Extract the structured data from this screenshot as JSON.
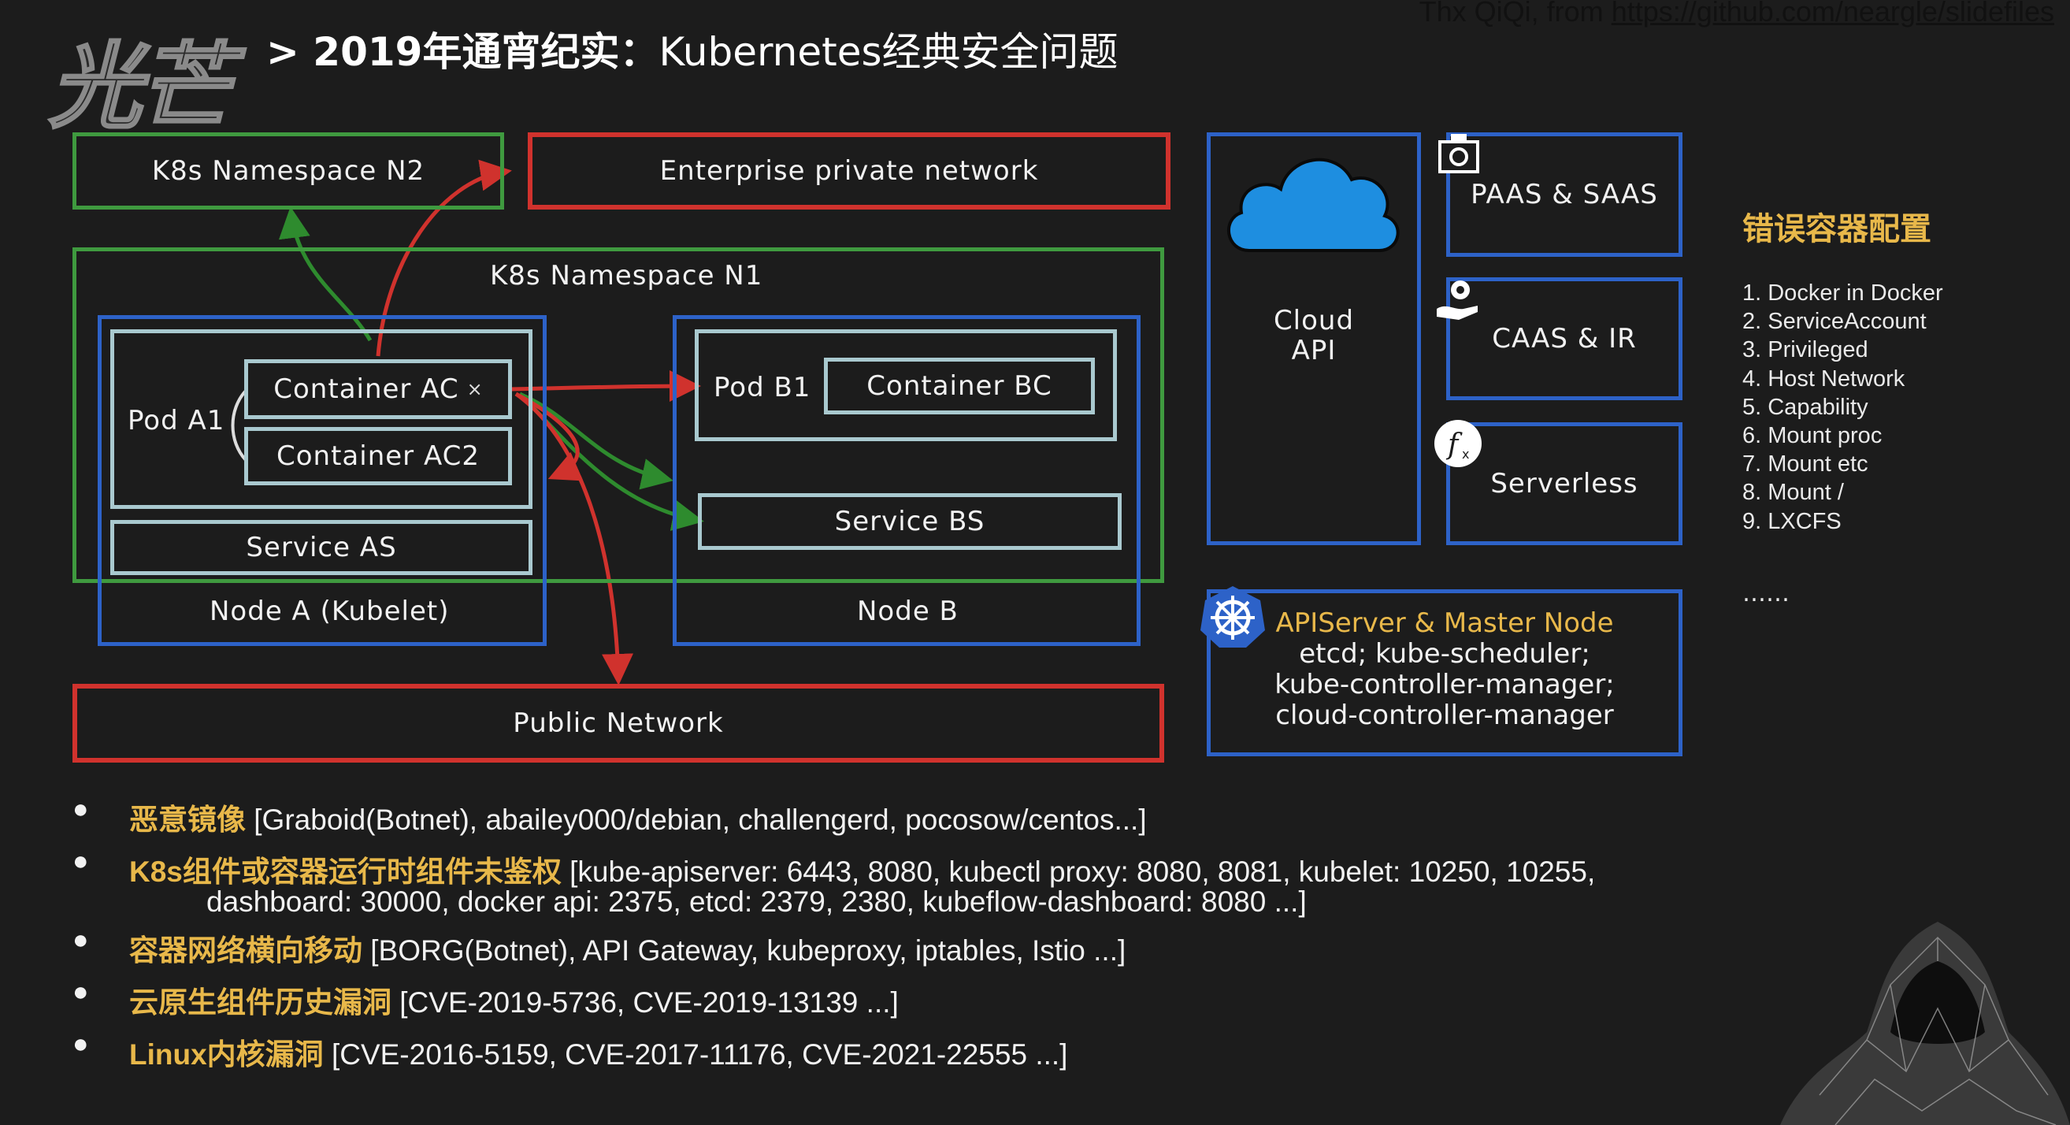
{
  "header": {
    "logo_text": "光芒",
    "title_prefix": "> 2019年通宵纪实：",
    "title_main": "Kubernetes经典安全问题",
    "credit_prefix": "Thx QiQi, from ",
    "credit_link": "https://github.com/neargle/slidefiles"
  },
  "diagram": {
    "ns_n2": "K8s Namespace N2",
    "enterprise": "Enterprise private network",
    "ns_n1": "K8s Namespace N1",
    "pod_a1": "Pod A1",
    "container_ac": "Container AC",
    "container_ac_mark": "×",
    "container_ac2": "Container AC2",
    "service_as": "Service AS",
    "node_a": "Node A (Kubelet)",
    "pod_b1": "Pod B1",
    "container_bc": "Container BC",
    "service_bs": "Service BS",
    "node_b": "Node B",
    "public_network": "Public Network",
    "cloud_api": "Cloud\nAPI",
    "paas": "PAAS & SAAS",
    "caas": "CAAS & IR",
    "serverless": "Serverless",
    "apiserver_title": "APIServer & Master Node",
    "apiserver_line1": "etcd; kube-scheduler;",
    "apiserver_line2": "kube-controller-manager;",
    "apiserver_line3": "cloud-controller-manager"
  },
  "side": {
    "title": "错误容器配置",
    "items": [
      "1. Docker in Docker",
      "2. ServiceAccount",
      "3. Privileged",
      "4. Host Network",
      "5. Capability",
      "6. Mount proc",
      "7. Mount etc",
      "8. Mount /",
      "9. LXCFS"
    ],
    "ellipsis": "……"
  },
  "bullets": [
    {
      "highlight": "恶意镜像",
      "text": " [Graboid(Botnet), abailey000/debian, challengerd, pocosow/centos...]"
    },
    {
      "highlight": "K8s组件或容器运行时组件未鉴权",
      "text": " [kube-apiserver: 6443, 8080, kubectl proxy: 8080, 8081, kubelet: 10250, 10255,",
      "text2": "dashboard: 30000, docker api: 2375, etcd: 2379, 2380, kubeflow-dashboard: 8080 ...]"
    },
    {
      "highlight": "容器网络横向移动",
      "text": " [BORG(Botnet), API Gateway, kubeproxy, iptables, Istio ...]"
    },
    {
      "highlight": "云原生组件历史漏洞",
      "text": " [CVE-2019-5736, CVE-2019-13139 ...]"
    },
    {
      "highlight": "Linux内核漏洞",
      "text": " [CVE-2016-5159, CVE-2017-11176, CVE-2021-22555 ...]"
    }
  ],
  "icons": [
    "cloud-icon",
    "camera-icon",
    "gear-hand-icon",
    "function-icon",
    "kubernetes-helm-icon",
    "hacker-hood-icon"
  ],
  "colors": {
    "green": "#3f9a3f",
    "red": "#d0322d",
    "blue": "#2d62c8",
    "teal": "#a9c9cf",
    "gold": "#e8b84a",
    "cloud": "#1e8ee0"
  }
}
